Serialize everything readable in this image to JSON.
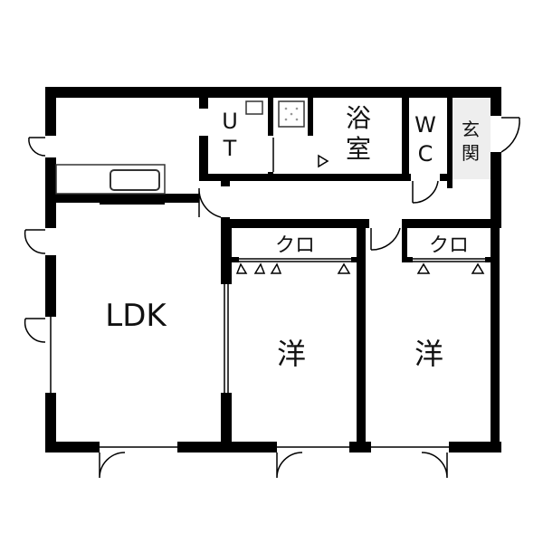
{
  "rooms": {
    "ldk": "LDK",
    "western_1": "洋",
    "western_2": "洋",
    "bath": "浴室",
    "wc": "WC",
    "entrance": "玄関",
    "utility": "UT",
    "closet_1": "クロ",
    "closet_2": "クロ"
  },
  "colors": {
    "wall": "#000000",
    "background": "#ffffff",
    "fixture": "#333333",
    "entrance_floor": "#dddddd"
  }
}
